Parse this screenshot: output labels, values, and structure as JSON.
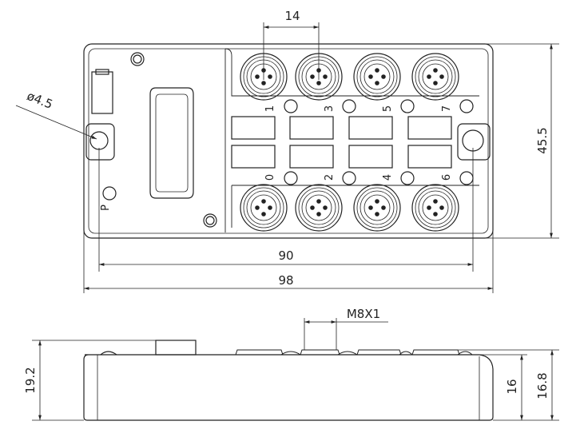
{
  "dimensions": {
    "connector_pitch": "14",
    "hole_diameter": "ø4.5",
    "height": "45.5",
    "hole_spacing": "90",
    "total_length": "98",
    "thread": "M8X1",
    "total_height": "19.2",
    "body_height": "16",
    "connector_height": "16.8"
  },
  "port_labels": {
    "top": [
      "1",
      "3",
      "5",
      "7"
    ],
    "bottom": [
      "0",
      "2",
      "4",
      "6"
    ]
  },
  "power_label": "P",
  "colors": {
    "line": "#222222",
    "background": "#ffffff"
  }
}
